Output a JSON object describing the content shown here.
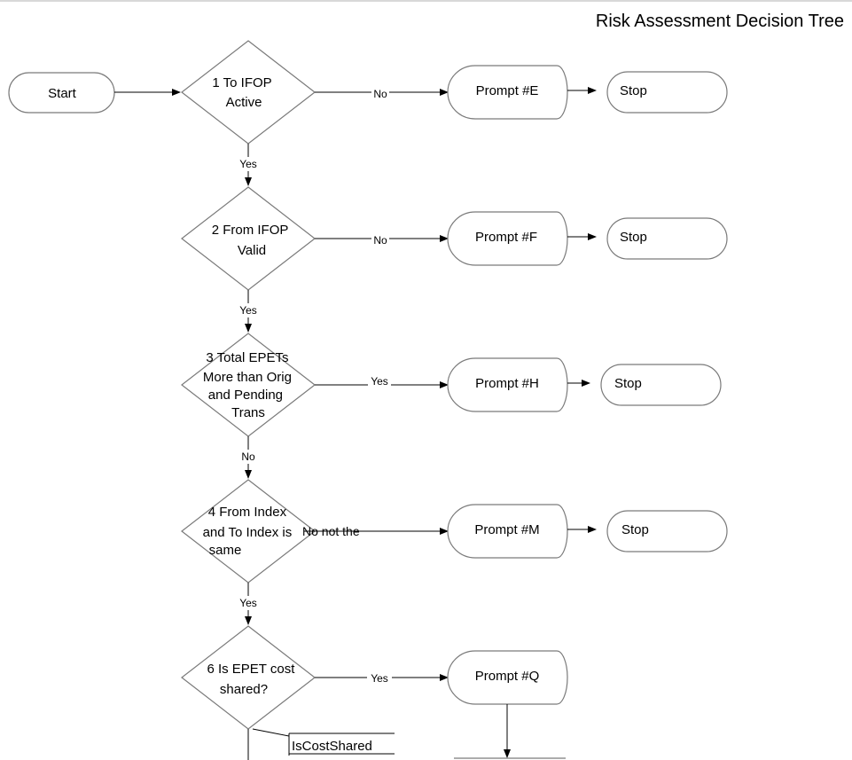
{
  "title": "Risk Assessment Decision Tree",
  "start": "Start",
  "decisions": [
    {
      "lines": [
        "1 To IFOP",
        "Active"
      ]
    },
    {
      "lines": [
        "2 From IFOP",
        "Valid"
      ]
    },
    {
      "lines": [
        "3 Total EPETs",
        "More than Orig",
        "and Pending",
        "Trans"
      ]
    },
    {
      "lines": [
        "4 From Index",
        "and To Index is",
        "same"
      ]
    },
    {
      "lines": [
        "6 Is EPET cost",
        "shared?"
      ]
    }
  ],
  "branches": [
    {
      "label": "No",
      "prompt": "Prompt #E",
      "end": "Stop"
    },
    {
      "label": "No",
      "prompt": "Prompt #F",
      "end": "Stop"
    },
    {
      "label": "Yes",
      "prompt": "Prompt #H",
      "end": "Stop"
    },
    {
      "label": "No not the",
      "prompt": "Prompt #M",
      "end": "Stop"
    },
    {
      "label": "Yes",
      "prompt": "Prompt #Q"
    }
  ],
  "down_labels": [
    "Yes",
    "Yes",
    "No",
    "Yes"
  ],
  "bottom_box": "IsCostShared"
}
